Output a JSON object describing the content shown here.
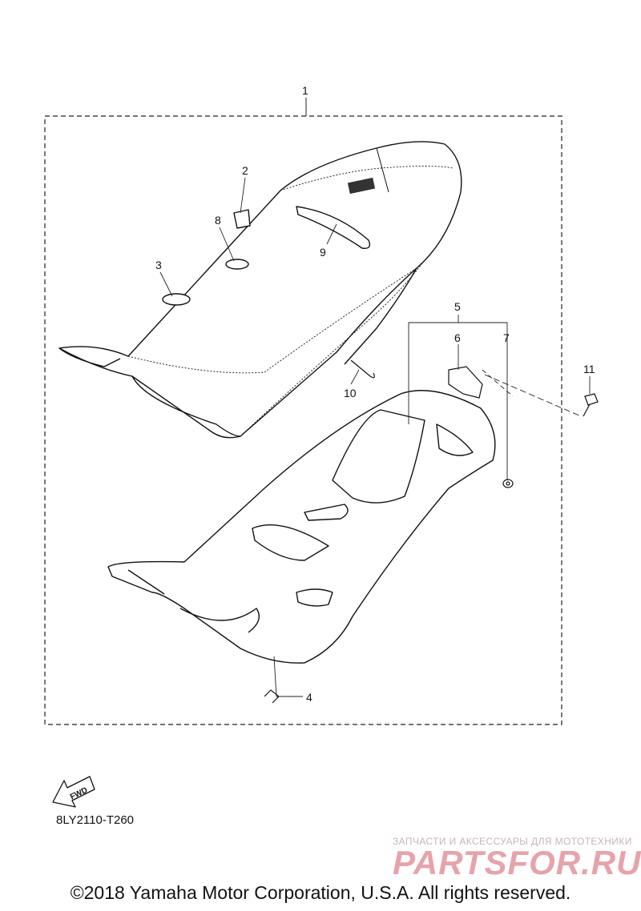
{
  "parts": [
    {
      "ref": "1"
    },
    {
      "ref": "2"
    },
    {
      "ref": "3"
    },
    {
      "ref": "4"
    },
    {
      "ref": "5"
    },
    {
      "ref": "6"
    },
    {
      "ref": "7"
    },
    {
      "ref": "8"
    },
    {
      "ref": "9"
    },
    {
      "ref": "10"
    },
    {
      "ref": "11"
    }
  ],
  "fwd_label": "FWD",
  "diagram_code": "8LY2110-T260",
  "watermark": {
    "tagline": "ЗАПЧАСТИ И АКСЕССУАРЫ ДЛЯ МОТОТЕХНИКИ",
    "brand": "PARTSFOR.RU",
    "color": "#e7a3aa"
  },
  "copyright": "©2018 Yamaha Motor Corporation, U.S.A. All rights reserved."
}
